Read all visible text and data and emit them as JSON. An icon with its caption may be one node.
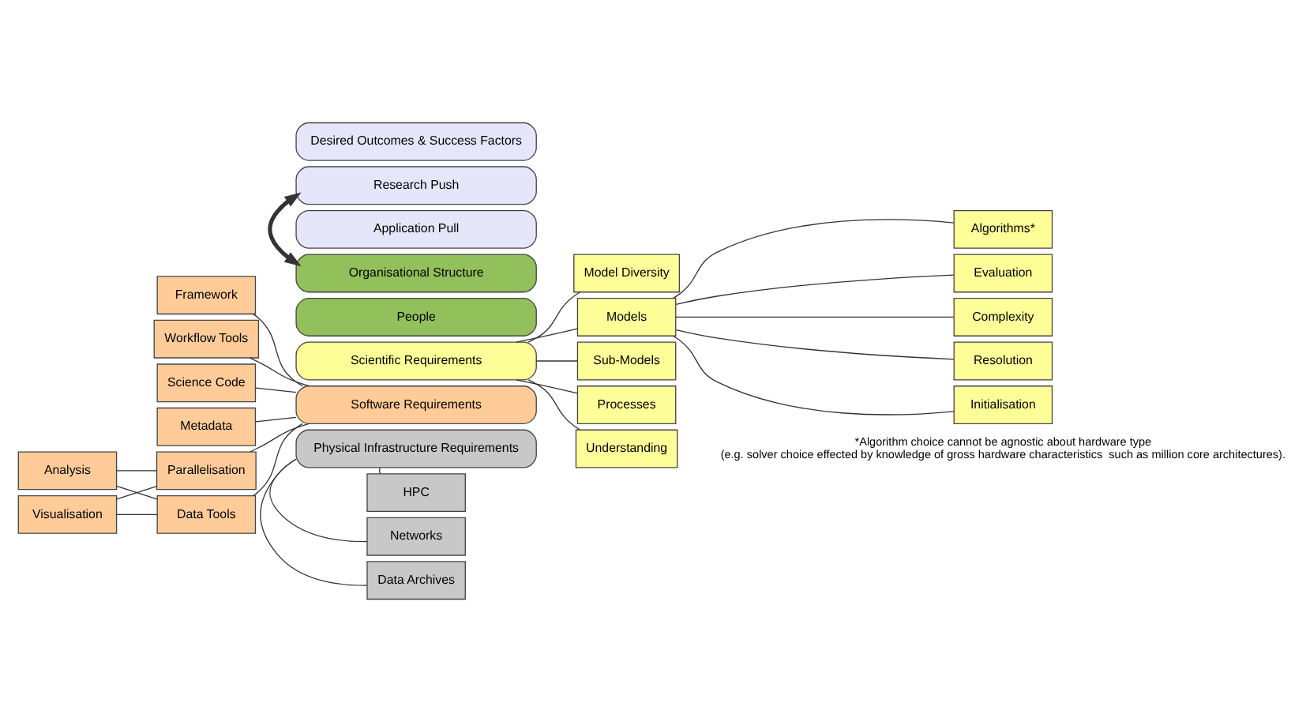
{
  "diagram": {
    "nodes": [
      {
        "text": [
          "Desired Outcomes & Success Factors"
        ]
      },
      {
        "text": [
          "Research Push"
        ]
      },
      {
        "text": [
          "Application Pull"
        ]
      },
      {
        "text": [
          "Organisational Structure"
        ]
      },
      {
        "text": [
          "People"
        ]
      },
      {
        "text": [
          "Scientific Requirements"
        ]
      },
      {
        "text": [
          "Software Requirements"
        ]
      },
      {
        "text": [
          "Physical Infrastructure Requirements"
        ]
      },
      {
        "text": [
          "Framework"
        ]
      },
      {
        "text": [
          "Workflow Tools"
        ]
      },
      {
        "text": [
          "Science Code"
        ]
      },
      {
        "text": [
          "Metadata"
        ]
      },
      {
        "text": [
          "Parallelisation"
        ]
      },
      {
        "text": [
          "Data Tools"
        ]
      },
      {
        "text": [
          "Analysis"
        ]
      },
      {
        "text": [
          "Visualisation"
        ]
      },
      {
        "text": [
          "Model Diversity"
        ]
      },
      {
        "text": [
          "Models"
        ]
      },
      {
        "text": [
          "Sub-Models"
        ]
      },
      {
        "text": [
          "Processes"
        ]
      },
      {
        "text": [
          "Understanding"
        ]
      },
      {
        "text": [
          "Algorithms*"
        ]
      },
      {
        "text": [
          "Evaluation"
        ]
      },
      {
        "text": [
          "Complexity"
        ]
      },
      {
        "text": [
          "Resolution"
        ]
      },
      {
        "text": [
          "Initialisation"
        ]
      },
      {
        "text": [
          "HPC"
        ]
      },
      {
        "text": [
          "Networks"
        ]
      },
      {
        "text": [
          "Data Archives"
        ]
      }
    ],
    "edges": [
      {
        "from": 1,
        "to": 3,
        "arrow": "both",
        "style": "thick"
      },
      {
        "from": 8,
        "to": 6,
        "arrow": "none"
      },
      {
        "from": 9,
        "to": 6,
        "arrow": "none"
      },
      {
        "from": 10,
        "to": 6,
        "arrow": "none"
      },
      {
        "from": 11,
        "to": 6,
        "arrow": "none"
      },
      {
        "from": 12,
        "to": 6,
        "arrow": "none"
      },
      {
        "from": 13,
        "to": 6,
        "arrow": "none"
      },
      {
        "from": 14,
        "to": 12,
        "arrow": "none"
      },
      {
        "from": 14,
        "to": 13,
        "arrow": "none"
      },
      {
        "from": 15,
        "to": 12,
        "arrow": "none"
      },
      {
        "from": 15,
        "to": 13,
        "arrow": "none"
      },
      {
        "from": 5,
        "to": 16,
        "arrow": "none"
      },
      {
        "from": 5,
        "to": 17,
        "arrow": "none"
      },
      {
        "from": 5,
        "to": 18,
        "arrow": "none"
      },
      {
        "from": 5,
        "to": 19,
        "arrow": "none"
      },
      {
        "from": 5,
        "to": 20,
        "arrow": "none"
      },
      {
        "from": 17,
        "to": 21,
        "arrow": "none"
      },
      {
        "from": 17,
        "to": 22,
        "arrow": "none"
      },
      {
        "from": 17,
        "to": 23,
        "arrow": "none"
      },
      {
        "from": 17,
        "to": 24,
        "arrow": "none"
      },
      {
        "from": 17,
        "to": 25,
        "arrow": "none"
      },
      {
        "from": 7,
        "to": 26,
        "arrow": "none"
      },
      {
        "from": 7,
        "to": 27,
        "arrow": "none"
      },
      {
        "from": 7,
        "to": 28,
        "arrow": "none"
      }
    ],
    "labels": [
      "*Algorithm choice cannot be agnostic about hardware type (e.g. solver choice effected by knowledge of gross hardware characteristics  such as million core architectures)."
    ]
  }
}
